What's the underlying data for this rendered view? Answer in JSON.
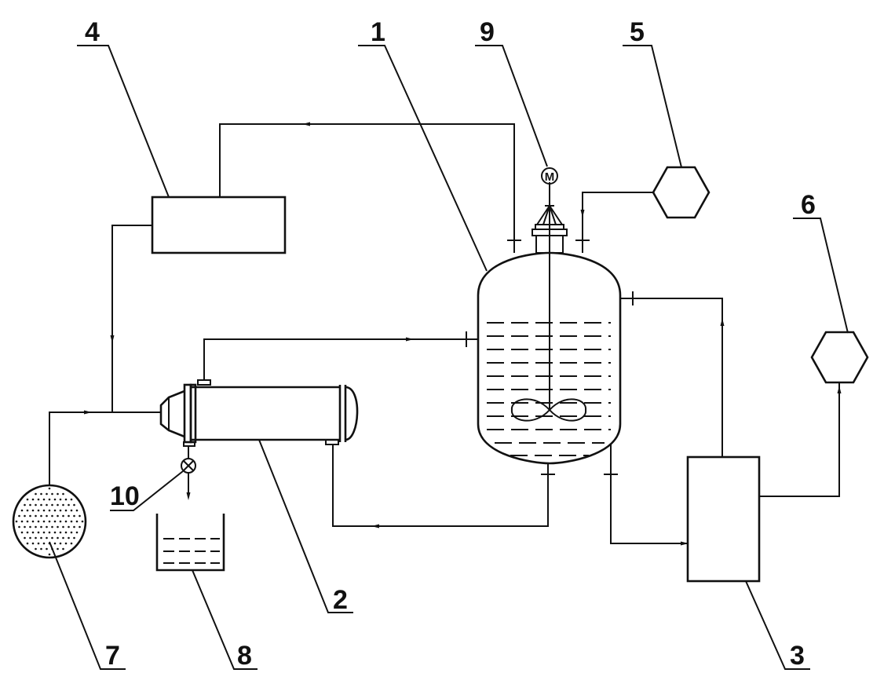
{
  "labels": {
    "l1": "1",
    "l2": "2",
    "l3": "3",
    "l4": "4",
    "l5": "5",
    "l6": "6",
    "l7": "7",
    "l8": "8",
    "l9": "9",
    "l10": "10"
  },
  "motor_symbol": "M"
}
